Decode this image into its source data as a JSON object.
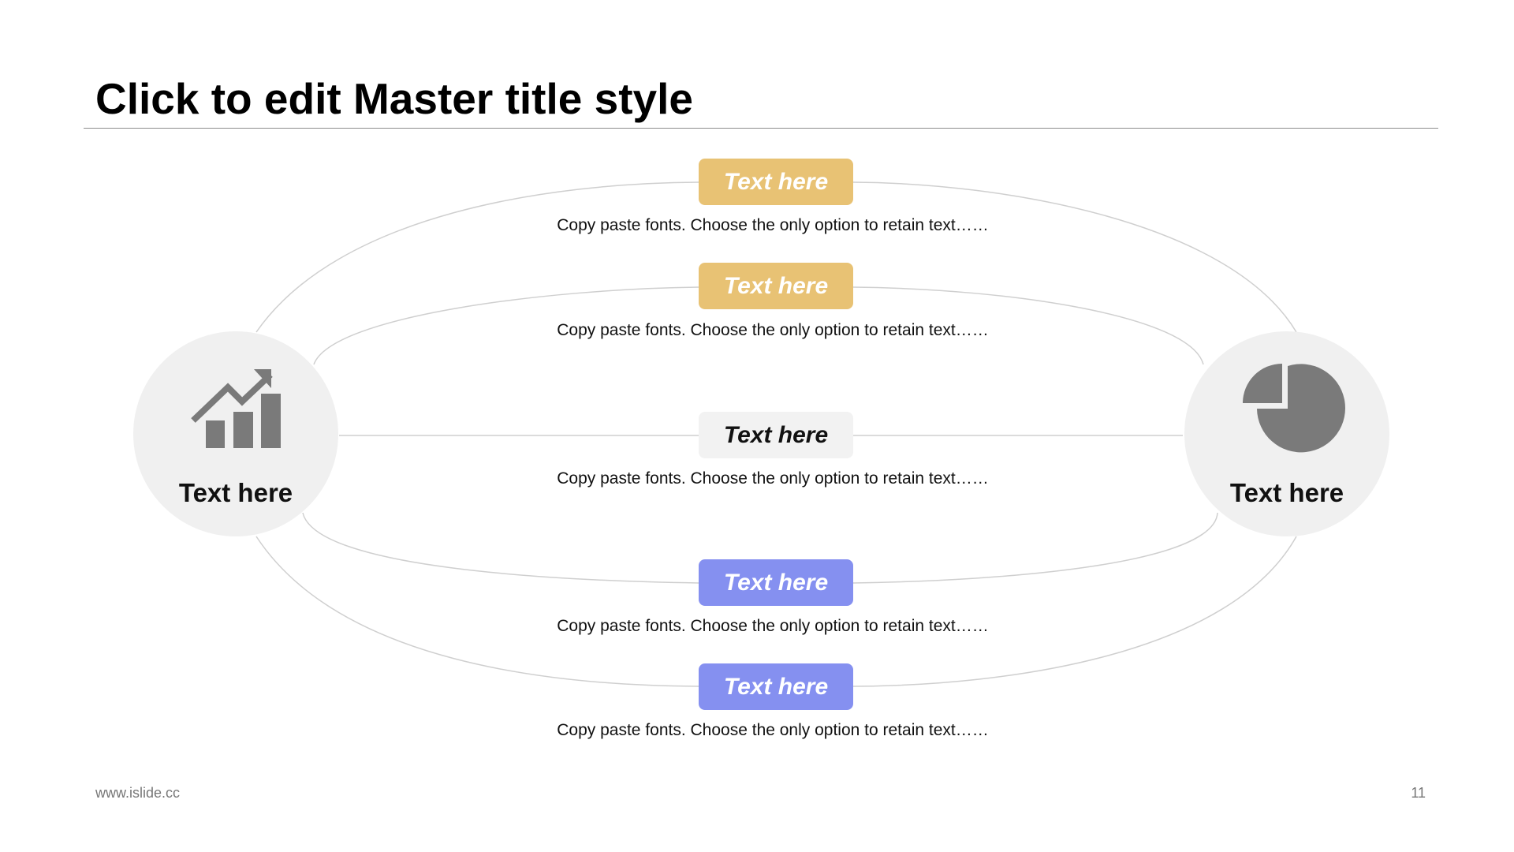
{
  "title": "Click to edit Master title style",
  "colors": {
    "gold": "#e8c274",
    "blue": "#8590f0",
    "neutral": "#f2f2f2",
    "icon": "#7a7a7a",
    "connector": "#cfcfcf"
  },
  "left_node": {
    "label": "Text here",
    "icon": "bar-chart-growth-icon"
  },
  "right_node": {
    "label": "Text here",
    "icon": "pie-chart-icon"
  },
  "items": [
    {
      "label": "Text here",
      "description": "Copy paste fonts. Choose the only option to retain text……",
      "color": "gold"
    },
    {
      "label": "Text here",
      "description": "Copy paste fonts. Choose the only option to retain text……",
      "color": "gold"
    },
    {
      "label": "Text here",
      "description": "Copy paste fonts. Choose the only option to retain text……",
      "color": "neutral"
    },
    {
      "label": "Text here",
      "description": "Copy paste fonts. Choose the only option to retain text……",
      "color": "blue"
    },
    {
      "label": "Text here",
      "description": "Copy paste fonts. Choose the only option to retain text……",
      "color": "blue"
    }
  ],
  "footer": {
    "url": "www.islide.cc",
    "page": "11"
  }
}
